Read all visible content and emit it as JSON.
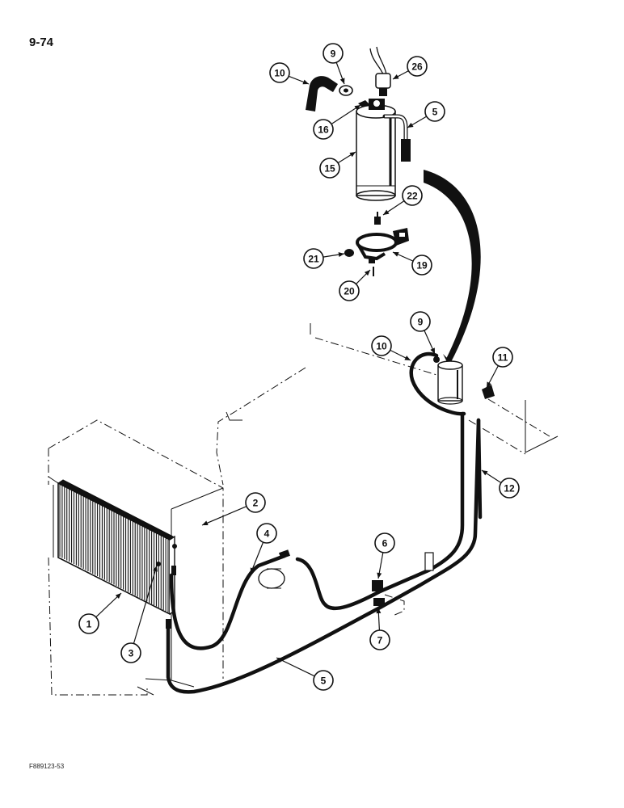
{
  "page_number": "9-74",
  "figure_code": "F889123-53",
  "callouts": [
    {
      "id": "c1",
      "label": "1"
    },
    {
      "id": "c2",
      "label": "2"
    },
    {
      "id": "c3",
      "label": "3"
    },
    {
      "id": "c4",
      "label": "4"
    },
    {
      "id": "c5a",
      "label": "5"
    },
    {
      "id": "c5b",
      "label": "5"
    },
    {
      "id": "c6",
      "label": "6"
    },
    {
      "id": "c7",
      "label": "7"
    },
    {
      "id": "c9a",
      "label": "9"
    },
    {
      "id": "c9b",
      "label": "9"
    },
    {
      "id": "c10a",
      "label": "10"
    },
    {
      "id": "c10b",
      "label": "10"
    },
    {
      "id": "c11",
      "label": "11"
    },
    {
      "id": "c12",
      "label": "12"
    },
    {
      "id": "c15",
      "label": "15"
    },
    {
      "id": "c16",
      "label": "16"
    },
    {
      "id": "c19",
      "label": "19"
    },
    {
      "id": "c20",
      "label": "20"
    },
    {
      "id": "c21",
      "label": "21"
    },
    {
      "id": "c22",
      "label": "22"
    },
    {
      "id": "c26",
      "label": "26"
    }
  ]
}
